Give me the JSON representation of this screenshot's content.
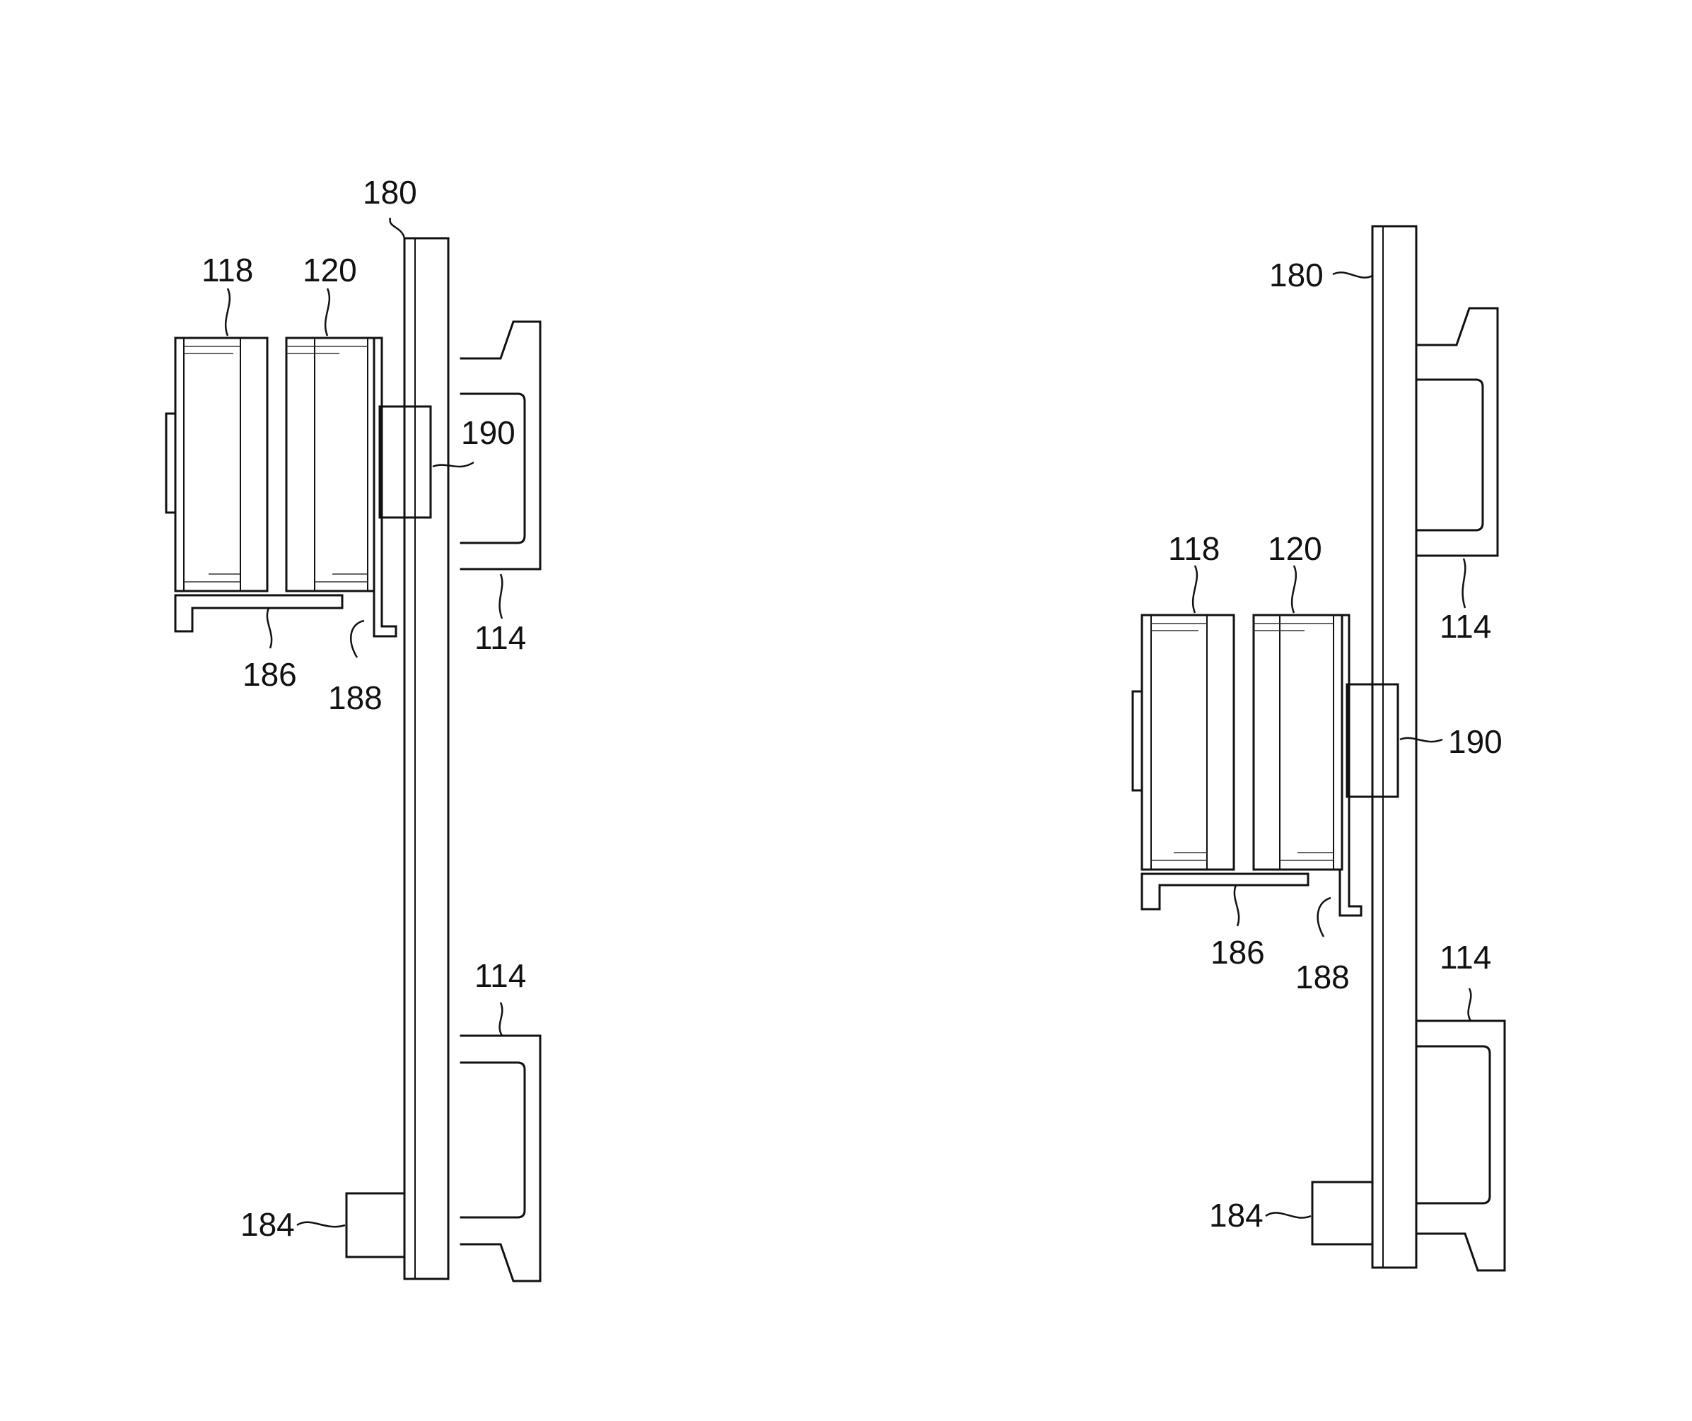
{
  "figures": [
    {
      "id": "left",
      "labels": {
        "rail": "180",
        "drive_a": "118",
        "drive_b": "120",
        "block": "190",
        "mount_upper": "114",
        "mount_lower": "114",
        "bracket": "186",
        "flange": "188",
        "stop": "184"
      }
    },
    {
      "id": "right",
      "labels": {
        "rail": "180",
        "drive_a": "118",
        "drive_b": "120",
        "block": "190",
        "mount_upper": "114",
        "mount_lower": "114",
        "bracket": "186",
        "flange": "188",
        "stop": "184"
      }
    }
  ],
  "colors": {
    "ink": "#111111",
    "paper": "#ffffff"
  }
}
